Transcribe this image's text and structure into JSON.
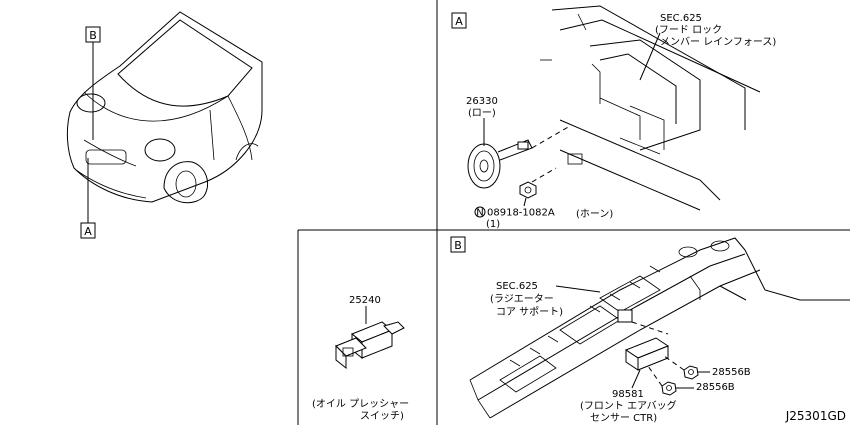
{
  "callouts": {
    "overview_b": "B",
    "overview_a": "A",
    "panel_a": "A",
    "panel_b": "B"
  },
  "panel_a": {
    "sec_ref": "SEC.625",
    "sec_line1": "(フード ロック",
    "sec_line2": "メンバー レインフォース)",
    "horn_part": "26330",
    "horn_sub": "(ロー)",
    "nut_marker": "N",
    "nut_part": "08918-1082A",
    "nut_qty": "(1)",
    "horn_name": "(ホーン)"
  },
  "panel_oil": {
    "part": "25240",
    "name_line1": "(オイル プレッシャー",
    "name_line2": "スイッチ)"
  },
  "panel_b": {
    "sec_ref": "SEC.625",
    "sec_line1": "(ラジエーター",
    "sec_line2": "コア サポート)",
    "bolt_part_1": "28556B",
    "bolt_part_2": "28556B",
    "sensor_part": "98581",
    "sensor_line1": "(フロント エアバッグ",
    "sensor_line2": "センサー CTR)"
  },
  "diagram_code": "J25301GD"
}
